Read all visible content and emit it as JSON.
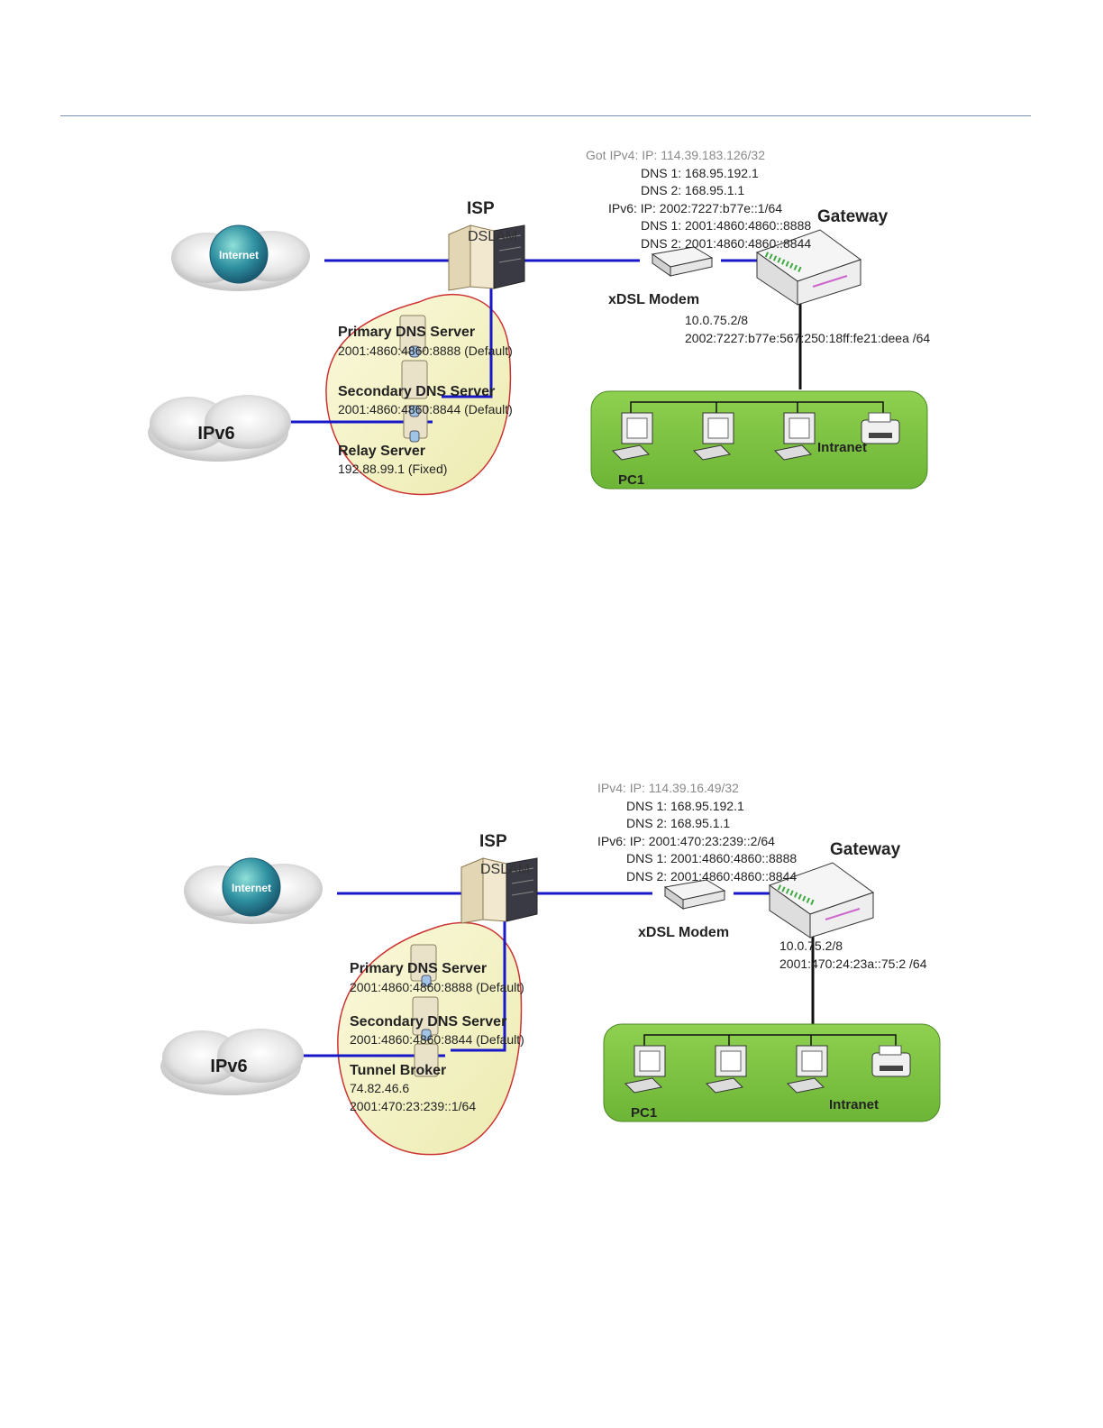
{
  "diagrams": [
    {
      "isp": "ISP",
      "dslam": "DSLAM",
      "gateway": "Gateway",
      "modem": "xDSL Modem",
      "internet": "Internet",
      "ipv6_cloud": "IPv6",
      "wan_info": [
        "Got IPv4: IP: 114.39.183.126/32",
        "DNS 1: 168.95.192.1",
        "DNS 2: 168.95.1.1",
        "IPv6: IP: 2002:7227:b77e::1/64",
        "DNS 1: 2001:4860:4860::8888",
        "DNS 2: 2001:4860:4860::8844"
      ],
      "lan_info": [
        "10.0.75.2/8",
        "2002:7227:b77e:567:250:18ff:fe21:deea /64"
      ],
      "servers": [
        {
          "name": "Primary DNS Server",
          "lines": [
            "2001:4860:4860:8888 (Default)"
          ]
        },
        {
          "name": "Secondary DNS Server",
          "lines": [
            "2001:4860:4860:8844 (Default)"
          ]
        },
        {
          "name": "Relay Server",
          "lines": [
            "192.88.99.1 (Fixed)"
          ]
        }
      ],
      "pc1": "PC1",
      "intranet": "Intranet"
    },
    {
      "isp": "ISP",
      "dslam": "DSLAM",
      "gateway": "Gateway",
      "modem": "xDSL Modem",
      "internet": "Internet",
      "ipv6_cloud": "IPv6",
      "wan_info": [
        "IPv4: IP: 114.39.16.49/32",
        "DNS 1: 168.95.192.1",
        "DNS 2: 168.95.1.1",
        "IPv6: IP: 2001:470:23:239::2/64",
        "DNS 1: 2001:4860:4860::8888",
        "DNS 2: 2001:4860:4860::8844"
      ],
      "lan_info": [
        "10.0.75.2/8",
        "2001:470:24:23a::75:2 /64"
      ],
      "servers": [
        {
          "name": "Primary DNS Server",
          "lines": [
            "2001:4860:4860:8888 (Default)"
          ]
        },
        {
          "name": "Secondary DNS Server",
          "lines": [
            "2001:4860:4860:8844 (Default)"
          ]
        },
        {
          "name": "Tunnel Broker",
          "lines": [
            "74.82.46.6",
            "2001:470:23:239::1/64"
          ]
        }
      ],
      "pc1": "PC1",
      "intranet": "Intranet"
    }
  ],
  "colors": {
    "link": "#1818c8",
    "intranet_fill": "#7cc242",
    "server_area_fill": "#f3f0c4",
    "server_area_border": "#cc3333",
    "rule": "#7b90b8"
  }
}
